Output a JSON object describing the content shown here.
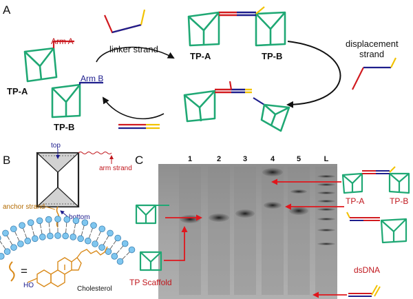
{
  "colors": {
    "scaffold_green": "#1fa874",
    "strand_red": "#d11a1f",
    "strand_blue": "#1e1e8c",
    "strand_yellow": "#f2c200",
    "anchor_orange": "#d98a1a",
    "membrane_blue": "#7fc6ef",
    "gel_gray": "#9a9a9a"
  },
  "panel_a": {
    "label": "A",
    "arm_a": "Arm A",
    "arm_b": "Arm B",
    "tp_a": "TP-A",
    "tp_b": "TP-B",
    "linker_strand": "linker strand",
    "dimer_tp_a": "TP-A",
    "dimer_tp_b": "TP-B",
    "displacement_line1": "displacement",
    "displacement_line2": "strand"
  },
  "panel_b": {
    "label": "B",
    "top": "top",
    "arm_strand": "arm strand",
    "bottom": "bottom",
    "anchor_strand": "anchor strand",
    "equals": "=",
    "cholesterol": "Cholesterol"
  },
  "panel_c": {
    "label": "C",
    "lanes": [
      "1",
      "2",
      "3",
      "4",
      "5",
      "L"
    ],
    "tp_scaffold": "TP Scaffold",
    "tp_a": "TP-A",
    "tp_b": "TP-B",
    "dsdna": "dsDNA"
  }
}
